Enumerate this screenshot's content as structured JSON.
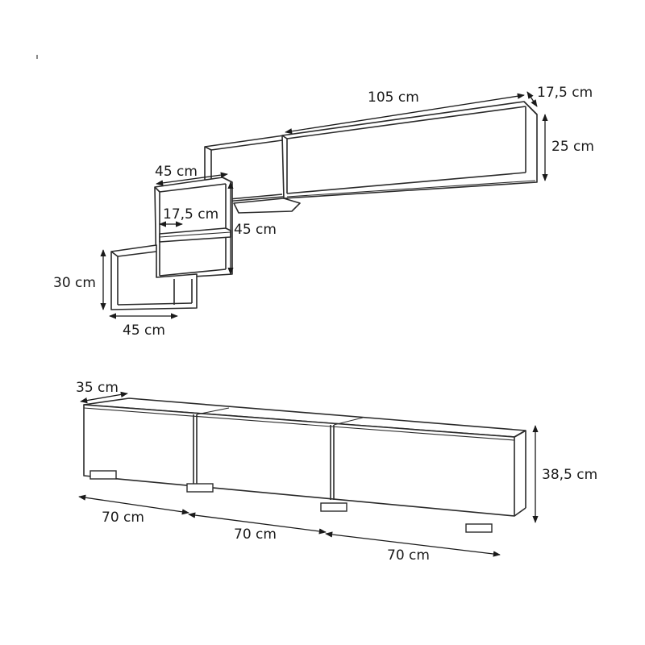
{
  "wall_unit": {
    "long_shelf": {
      "width_label": "105 cm",
      "depth_label": "17,5 cm",
      "height_label": "25 cm"
    },
    "middle_cube": {
      "width_label": "45 cm",
      "inner_depth_label": "17,5 cm",
      "height_label": "45 cm"
    },
    "small_cube": {
      "height_label": "30 cm",
      "width_label": "45 cm"
    }
  },
  "tv_stand": {
    "depth_label": "35 cm",
    "height_label": "38,5 cm",
    "module_widths": [
      "70 cm",
      "70 cm",
      "70 cm"
    ]
  }
}
